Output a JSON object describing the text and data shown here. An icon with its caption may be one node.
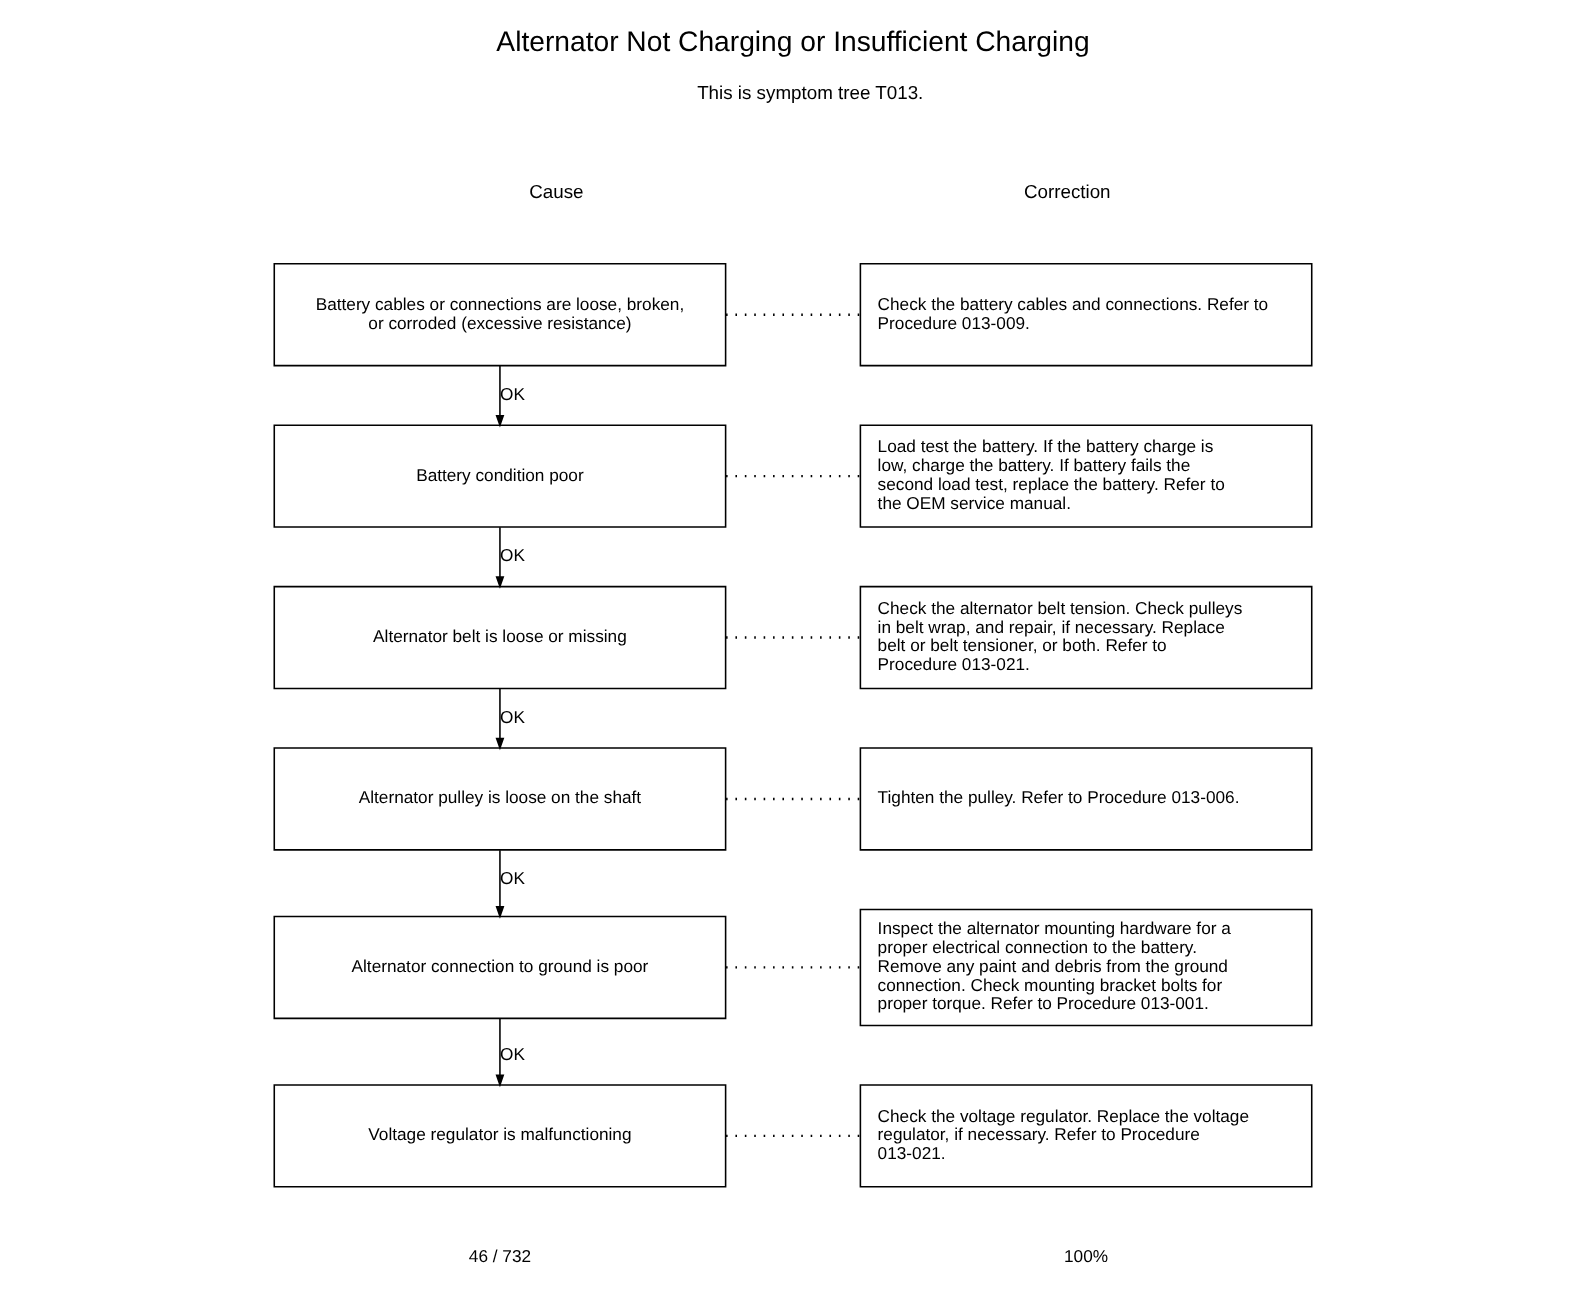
{
  "diagram": {
    "title": "Alternator Not Charging or Insufficient Charging",
    "nodes": [
      {
        "text": [
          "Battery cables or connections are loose, broken, or corroded (excessive resistance)"
        ]
      },
      {
        "text": [
          "Check the battery cables and connections. Refer to Procedure 013-009."
        ]
      },
      {
        "text": [
          "Battery condition poor"
        ]
      },
      {
        "text": [
          "Load test the battery. If the battery charge is low, charge the battery. If battery fails the second load test, replace the battery. Refer to the OEM service manual."
        ]
      },
      {
        "text": [
          "Alternator belt is loose or missing"
        ]
      },
      {
        "text": [
          "Check the alternator belt tension. Check pulleys in belt wrap, and repair, if necessary. Replace belt or belt tensioner, or both. Refer to Procedure 013-021."
        ]
      },
      {
        "text": [
          "Alternator pulley is loose on the shaft"
        ]
      },
      {
        "text": [
          "Tighten the pulley. Refer to Procedure 013-006."
        ]
      },
      {
        "text": [
          "Alternator connection to ground is poor"
        ]
      },
      {
        "text": [
          "Inspect the alternator mounting hardware for a proper electrical connection to the battery. Remove any paint and debris from the ground connection. Check mounting bracket bolts for proper torque. Refer to Procedure 013-001."
        ]
      },
      {
        "text": [
          "Voltage regulator is malfunctioning"
        ]
      },
      {
        "text": [
          "Check the voltage regulator. Replace the voltage regulator, if necessary. Refer to Procedure 013-021."
        ]
      }
    ],
    "edges": [
      {
        "from": 0,
        "to": 1,
        "arrow": "none",
        "style": "dashed"
      },
      {
        "from": 0,
        "to": 2,
        "arrow": "to",
        "label": "OK"
      },
      {
        "from": 2,
        "to": 3,
        "arrow": "none",
        "style": "dashed"
      },
      {
        "from": 2,
        "to": 4,
        "arrow": "to",
        "label": "OK"
      },
      {
        "from": 4,
        "to": 5,
        "arrow": "none",
        "style": "dashed"
      },
      {
        "from": 4,
        "to": 6,
        "arrow": "to",
        "label": "OK"
      },
      {
        "from": 6,
        "to": 7,
        "arrow": "none",
        "style": "dashed"
      },
      {
        "from": 6,
        "to": 8,
        "arrow": "to",
        "label": "OK"
      },
      {
        "from": 8,
        "to": 9,
        "arrow": "none",
        "style": "dashed"
      },
      {
        "from": 8,
        "to": 10,
        "arrow": "to",
        "label": "OK"
      },
      {
        "from": 10,
        "to": 11,
        "arrow": "none",
        "style": "dashed"
      }
    ],
    "labels": [
      "This is symptom tree T013.",
      "Cause",
      "Correction",
      "46 / 732",
      "100%"
    ]
  }
}
